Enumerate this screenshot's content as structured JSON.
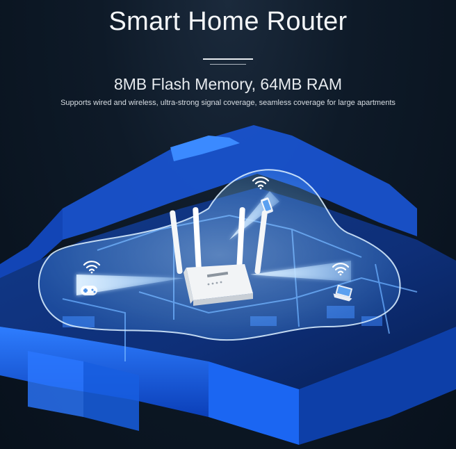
{
  "header": {
    "title": "Smart Home Router",
    "subtitle": "8MB Flash Memory, 64MB RAM",
    "tagline": "Supports wired and wireless, ultra-strong signal coverage, seamless coverage for large apartments"
  },
  "scene": {
    "icons": [
      "wifi-signal-icon",
      "wifi-signal-icon",
      "wifi-signal-icon",
      "gamepad-icon",
      "phone-icon",
      "laptop-icon"
    ],
    "colors": {
      "background": "#0a1522",
      "floorplan_glow": "#2f7bff",
      "signal_zone": "#6fb7ff",
      "router_body": "#f2f4f6"
    }
  }
}
